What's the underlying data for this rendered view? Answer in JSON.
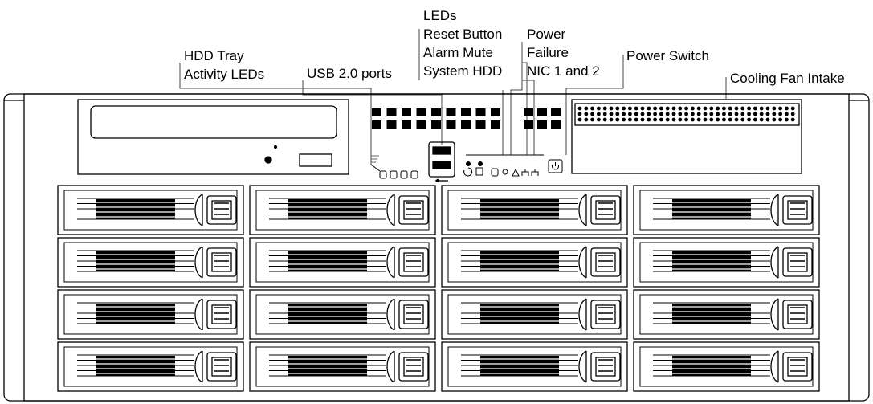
{
  "labels": {
    "hdd_tray_activity_leds": [
      "HDD Tray",
      "Activity LEDs"
    ],
    "usb_ports": "USB 2.0 ports",
    "leds_group": [
      "LEDs",
      "Reset Button",
      "Alarm Mute",
      "System HDD"
    ],
    "power_group": [
      "Power",
      "Failure",
      "NIC 1 and 2"
    ],
    "power_switch": "Power Switch",
    "cooling_fan_intake": "Cooling Fan Intake"
  },
  "drive_bays": {
    "rows": 4,
    "columns": 4
  },
  "panel_icons": [
    "reset-icon",
    "alarm-mute-icon",
    "system-hdd-icon",
    "power-icon",
    "failure-icon",
    "nic1-icon",
    "nic2-icon"
  ],
  "colors": {
    "line": "#000000",
    "background": "#ffffff",
    "leader": "#555555"
  }
}
